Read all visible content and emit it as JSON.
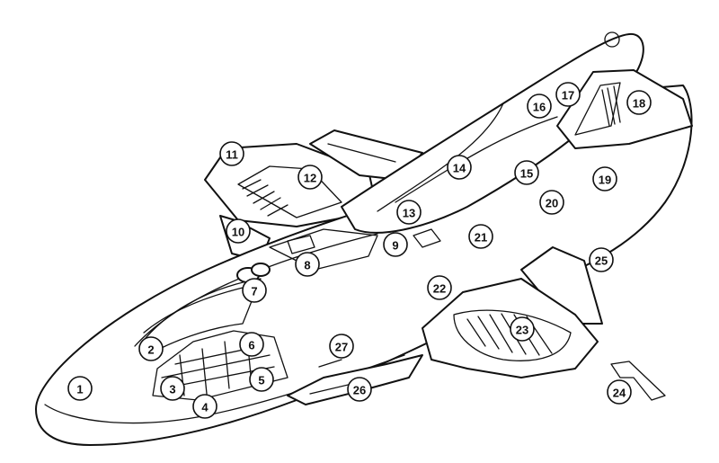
{
  "callouts": [
    {
      "label": "1"
    },
    {
      "label": "2"
    },
    {
      "label": "3"
    },
    {
      "label": "4"
    },
    {
      "label": "5"
    },
    {
      "label": "6"
    },
    {
      "label": "7"
    },
    {
      "label": "8"
    },
    {
      "label": "9"
    },
    {
      "label": "10"
    },
    {
      "label": "11"
    },
    {
      "label": "12"
    },
    {
      "label": "13"
    },
    {
      "label": "14"
    },
    {
      "label": "15"
    },
    {
      "label": "16"
    },
    {
      "label": "17"
    },
    {
      "label": "18"
    },
    {
      "label": "19"
    },
    {
      "label": "20"
    },
    {
      "label": "21"
    },
    {
      "label": "22"
    },
    {
      "label": "23"
    },
    {
      "label": "24"
    },
    {
      "label": "25"
    },
    {
      "label": "26"
    },
    {
      "label": "27"
    }
  ]
}
